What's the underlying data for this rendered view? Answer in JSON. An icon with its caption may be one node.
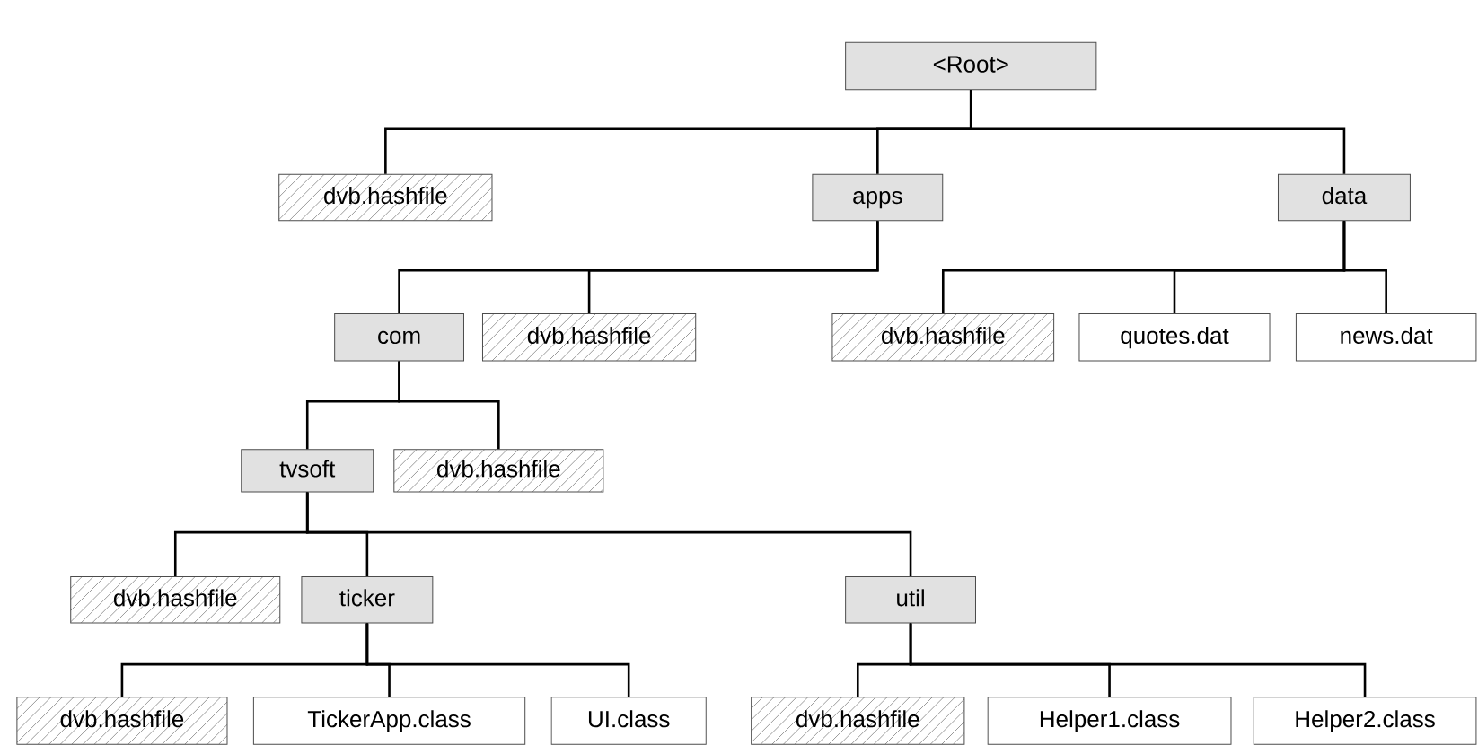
{
  "diagram": {
    "nodes": [
      {
        "text": [
          "<Root>"
        ]
      },
      {
        "text": [
          "dvb.hashfile"
        ]
      },
      {
        "text": [
          "apps"
        ]
      },
      {
        "text": [
          "data"
        ]
      },
      {
        "text": [
          "com"
        ]
      },
      {
        "text": [
          "dvb.hashfile"
        ]
      },
      {
        "text": [
          "dvb.hashfile"
        ]
      },
      {
        "text": [
          "quotes.dat"
        ]
      },
      {
        "text": [
          "news.dat"
        ]
      },
      {
        "text": [
          "tvsoft"
        ]
      },
      {
        "text": [
          "dvb.hashfile"
        ]
      },
      {
        "text": [
          "dvb.hashfile"
        ]
      },
      {
        "text": [
          "ticker"
        ]
      },
      {
        "text": [
          "util"
        ]
      },
      {
        "text": [
          "dvb.hashfile"
        ]
      },
      {
        "text": [
          "TickerApp.class"
        ]
      },
      {
        "text": [
          "UI.class"
        ]
      },
      {
        "text": [
          "dvb.hashfile"
        ]
      },
      {
        "text": [
          "Helper1.class"
        ]
      },
      {
        "text": [
          "Helper2.class"
        ]
      }
    ],
    "edges": [
      {
        "from": 0,
        "to": 1,
        "arrow": "none"
      },
      {
        "from": 0,
        "to": 2,
        "arrow": "none"
      },
      {
        "from": 0,
        "to": 3,
        "arrow": "none"
      },
      {
        "from": 2,
        "to": 4,
        "arrow": "none"
      },
      {
        "from": 2,
        "to": 5,
        "arrow": "none"
      },
      {
        "from": 3,
        "to": 6,
        "arrow": "none"
      },
      {
        "from": 3,
        "to": 7,
        "arrow": "none"
      },
      {
        "from": 3,
        "to": 8,
        "arrow": "none"
      },
      {
        "from": 4,
        "to": 9,
        "arrow": "none"
      },
      {
        "from": 4,
        "to": 10,
        "arrow": "none"
      },
      {
        "from": 9,
        "to": 11,
        "arrow": "none"
      },
      {
        "from": 9,
        "to": 12,
        "arrow": "none"
      },
      {
        "from": 9,
        "to": 13,
        "arrow": "none"
      },
      {
        "from": 12,
        "to": 14,
        "arrow": "none"
      },
      {
        "from": 12,
        "to": 15,
        "arrow": "none"
      },
      {
        "from": 12,
        "to": 16,
        "arrow": "none"
      },
      {
        "from": 13,
        "to": 17,
        "arrow": "none"
      },
      {
        "from": 13,
        "to": 18,
        "arrow": "none"
      },
      {
        "from": 13,
        "to": 19,
        "arrow": "none"
      }
    ]
  }
}
